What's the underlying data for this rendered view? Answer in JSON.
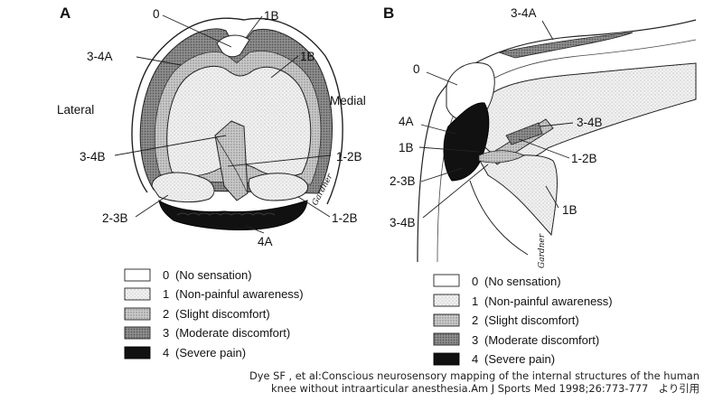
{
  "panel_a": {
    "letter": "A",
    "side_labels": {
      "lateral": "Lateral",
      "medial": "Medial"
    },
    "labels": {
      "l0": "0",
      "l1b_top": "1B",
      "l34a": "3-4A",
      "l1b": "1B",
      "l34b": "3-4B",
      "l12b_mid": "1-2B",
      "l23b": "2-3B",
      "l12b_low": "1-2B",
      "l4a": "4A"
    },
    "signature": "Gardner"
  },
  "panel_b": {
    "letter": "B",
    "labels": {
      "l34a": "3-4A",
      "l0": "0",
      "l4a": "4A",
      "l34b_r": "3-4B",
      "l1b_l": "1B",
      "l12b": "1-2B",
      "l23b": "2-3B",
      "l1b_r": "1B",
      "l34b_l": "3-4B"
    },
    "signature": "Gardner"
  },
  "legend": [
    {
      "num": "0",
      "text": "(No sensation)"
    },
    {
      "num": "1",
      "text": "(Non-painful awareness)"
    },
    {
      "num": "2",
      "text": "(Slight discomfort)"
    },
    {
      "num": "3",
      "text": "(Moderate discomfort)"
    },
    {
      "num": "4",
      "text": "(Severe pain)"
    }
  ],
  "citation": {
    "line1": "Dye SF , et al:Conscious neurosensory mapping of the internal structures of the human",
    "line2": "knee without intraarticular anesthesia.Am J Sports Med 1998;26:773-777　より引用"
  }
}
